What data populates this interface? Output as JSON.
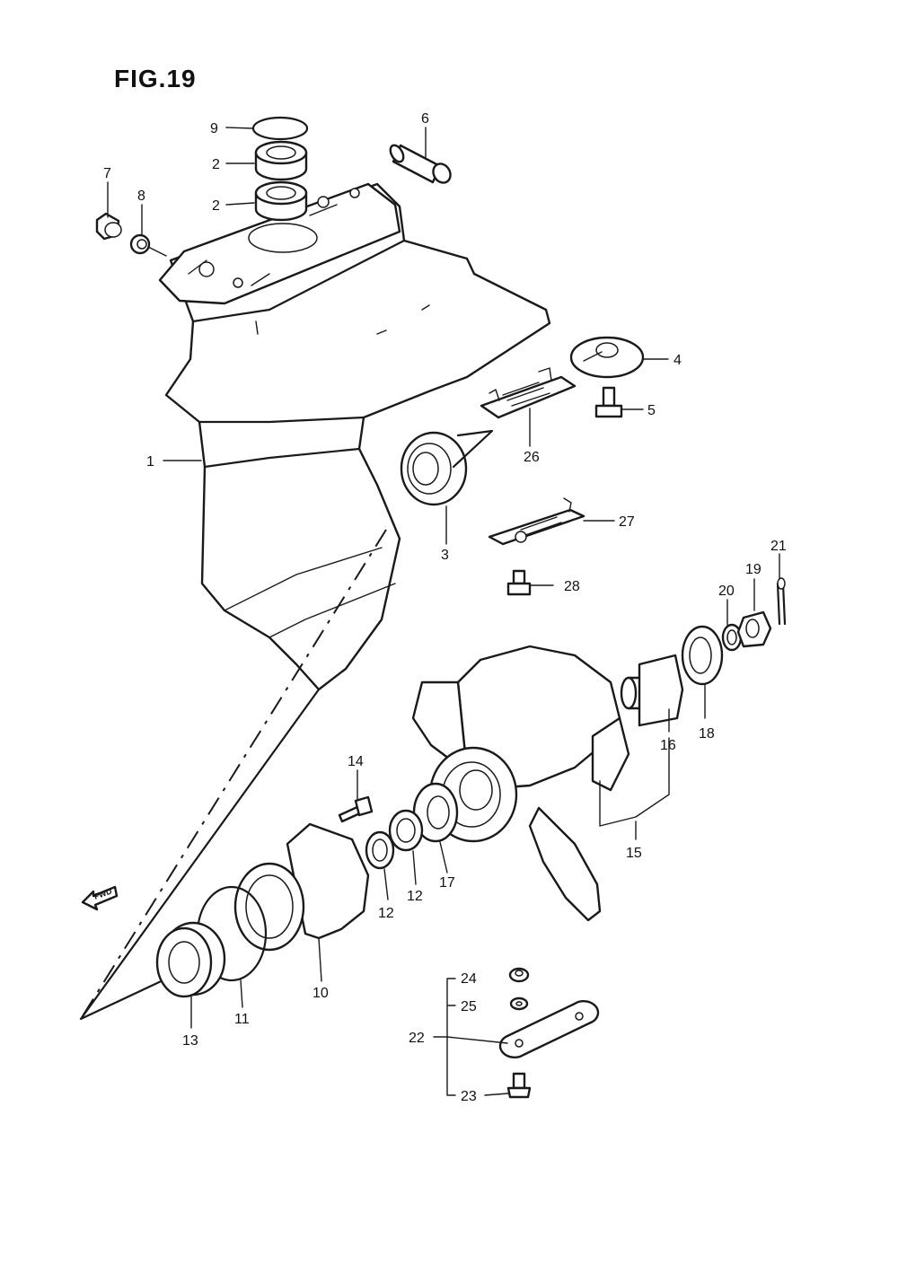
{
  "figure": {
    "title": "FIG.19",
    "fwd_label": "FWD"
  },
  "callouts": {
    "c1": "1",
    "c2a": "2",
    "c2b": "2",
    "c3": "3",
    "c4": "4",
    "c5": "5",
    "c6": "6",
    "c7": "7",
    "c8": "8",
    "c9": "9",
    "c10": "10",
    "c11": "11",
    "c12a": "12",
    "c12b": "12",
    "c13": "13",
    "c14": "14",
    "c15": "15",
    "c16": "16",
    "c17": "17",
    "c18": "18",
    "c19": "19",
    "c20": "20",
    "c21": "21",
    "c22": "22",
    "c23": "23",
    "c24": "24",
    "c25": "25",
    "c26": "26",
    "c27": "27",
    "c28": "28"
  },
  "colors": {
    "ink": "#1a1a1a",
    "paper": "#ffffff"
  }
}
